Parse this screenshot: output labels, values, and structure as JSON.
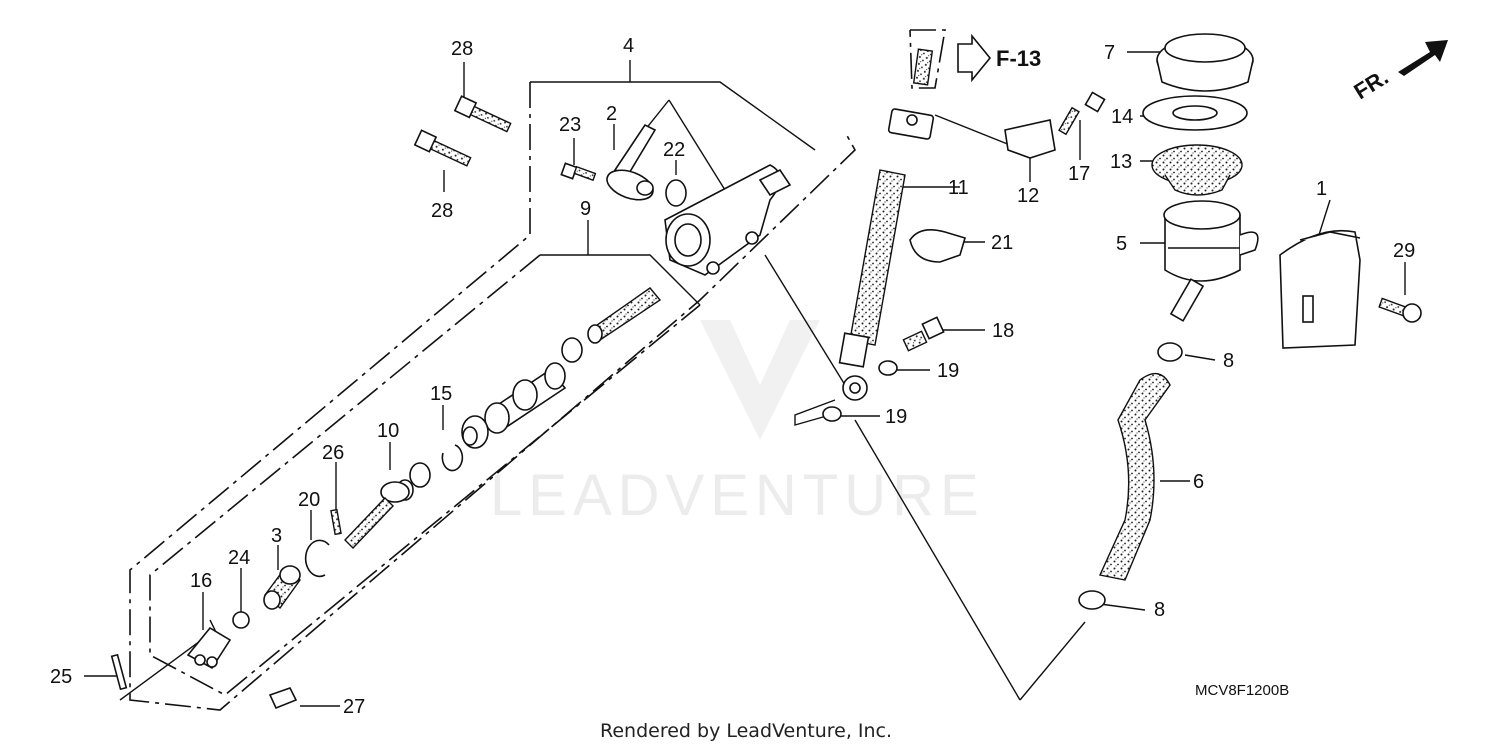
{
  "diagram": {
    "callouts": [
      "1",
      "2",
      "3",
      "4",
      "5",
      "6",
      "7",
      "8",
      "8",
      "9",
      "10",
      "11",
      "12",
      "13",
      "14",
      "15",
      "16",
      "17",
      "18",
      "19",
      "19",
      "20",
      "21",
      "22",
      "23",
      "24",
      "25",
      "26",
      "27",
      "28",
      "28",
      "29"
    ],
    "reference_arrow": "F-13",
    "front_marker": "FR.",
    "diagram_code": "MCV8F1200B",
    "watermark": "LEADVENTURE",
    "footer": "Rendered by LeadVenture, Inc."
  }
}
